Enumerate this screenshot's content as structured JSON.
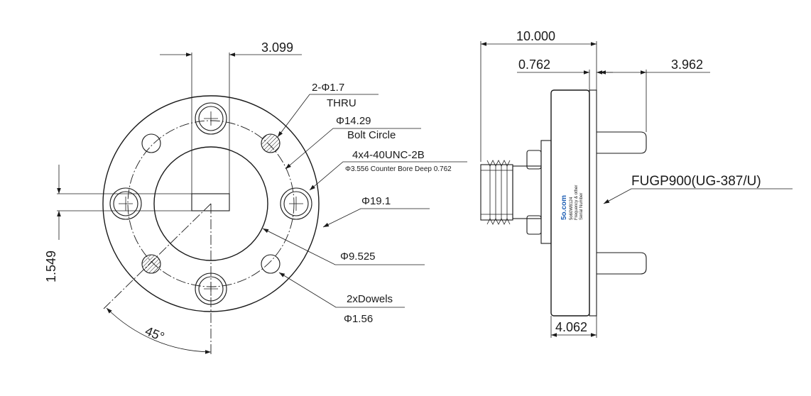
{
  "front_view": {
    "dim_top": "3.099",
    "dim_left": "1.549",
    "hole_line1": "2-Φ1.7",
    "hole_line2": "THRU",
    "bolt_circle_dia": "Φ14.29",
    "bolt_circle_label": "Bolt Circle",
    "thread_spec": "4x4-40UNC-2B",
    "counter_bore": "Φ3.556 Counter Bore Deep 0.762",
    "outer_dia": "Φ19.1",
    "bore_dia": "Φ9.525",
    "dowels_label": "2xDowels",
    "dowels_dia": "Φ1.56",
    "angle": "45°"
  },
  "side_view": {
    "dim_total": "10.000",
    "dim_flange_step": "0.762",
    "dim_pin": "3.962",
    "dim_bottom": "4.062",
    "flange_spec": "FUGP900(UG-387/U)",
    "logo": "5o.com",
    "label_line1": "5o60W8124",
    "label_line2": "Frequency & other",
    "label_line3": "Serial Number"
  },
  "colors": {
    "line": "#1a1a1a",
    "logo": "#1f5fb4",
    "background": "#ffffff"
  },
  "icons": {
    "arrowhead": "filled-triangle-arrow",
    "hatch": "section-hatch"
  }
}
